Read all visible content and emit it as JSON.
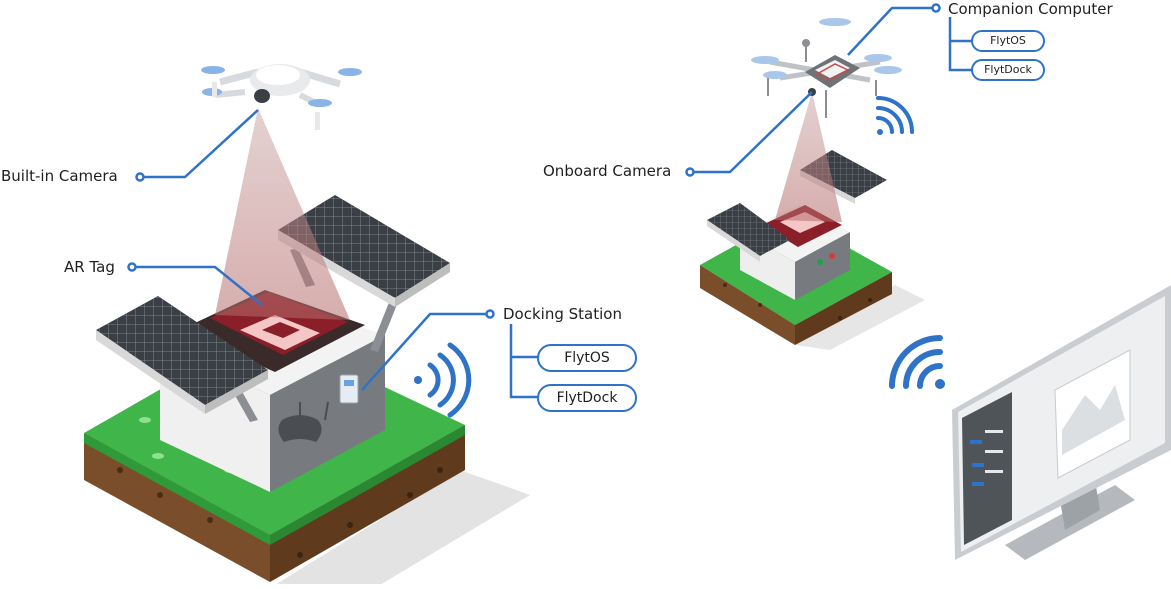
{
  "labels": {
    "built_in_camera": "Built-in Camera",
    "ar_tag": "AR Tag",
    "docking_station": "Docking Station",
    "onboard_camera": "Onboard Camera",
    "companion_computer": "Companion Computer"
  },
  "docking_station_software": [
    "FlytOS",
    "FlytDock"
  ],
  "companion_computer_software": [
    "FlytOS",
    "FlytDock"
  ],
  "colors": {
    "accent": "#2f73c9",
    "grass": "#3fb54a",
    "soil": "#7a4e2a",
    "solar_panel": "#3c4248",
    "ar_tag": "#8a1f2a",
    "beam": "#c98a8a"
  }
}
